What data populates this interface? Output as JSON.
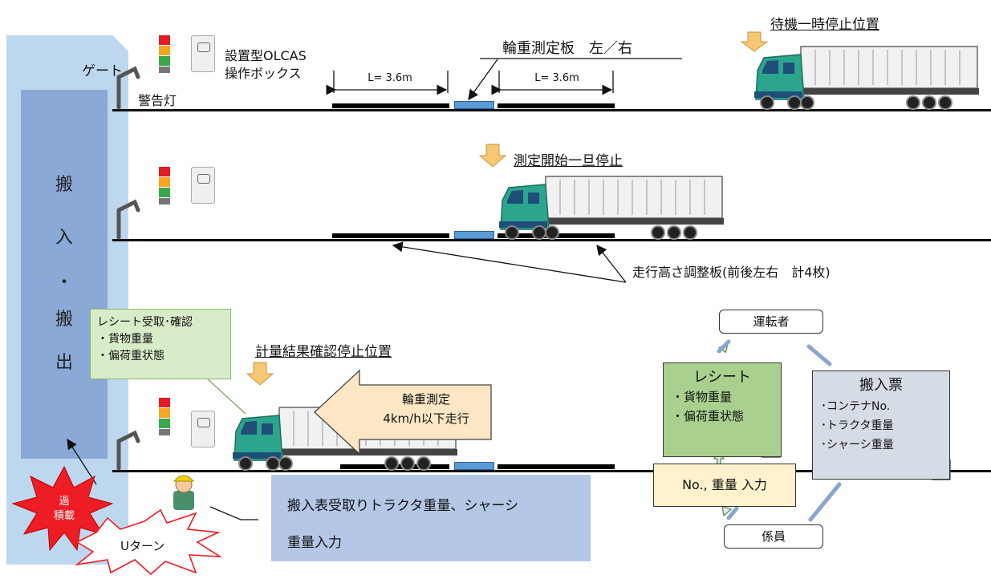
{
  "side_label": [
    "搬",
    "入",
    "・",
    "搬",
    "出"
  ],
  "gate_label": "ゲート",
  "warning_light_label": "警告灯",
  "olcas_box_label": [
    "設置型OLCAS",
    "操作ボックス"
  ],
  "wheel_plate_label": "輪重測定板　左／右",
  "length_left": "L= 3.6m",
  "length_right": "L= 3.6m",
  "wait_stop_label": "待機一時停止位置",
  "measure_stop_label": "測定開始一旦停止",
  "height_plate_label": "走行高さ調整板(前後左右　計4枚)",
  "result_stop_label": "計量結果確認停止位置",
  "receipt_check_note": [
    "レシート受取･確認",
    "・貨物重量",
    "・偏荷重状態"
  ],
  "measure_arrow_label": [
    "輪重測定",
    "4km/h以下走行"
  ],
  "input_note": [
    "搬入表受取りトラクタ重量、シャーシ",
    "重量入力"
  ],
  "driver_label": "運転者",
  "receipt_box": {
    "title": "レシート",
    "lines": [
      "・貨物重量",
      "・偏荷重状態"
    ]
  },
  "slip_box": {
    "title": "搬入票",
    "lines": [
      "･コンテナNo.",
      "･トラクタ重量",
      "･シャーシ重量"
    ]
  },
  "entry_box": "No., 重量 入力",
  "staff_label": "係員",
  "overload_label": [
    "過",
    "積載"
  ],
  "uturn_label": "Uターン",
  "colors": {
    "panel": "#bdd7ee",
    "side_box": "#8aa9d6",
    "plate_blue": "#5b9bd5",
    "cab": "#2ca58d",
    "arrow_yellow": "#f7c873",
    "burst_red": "#ee1c24"
  }
}
